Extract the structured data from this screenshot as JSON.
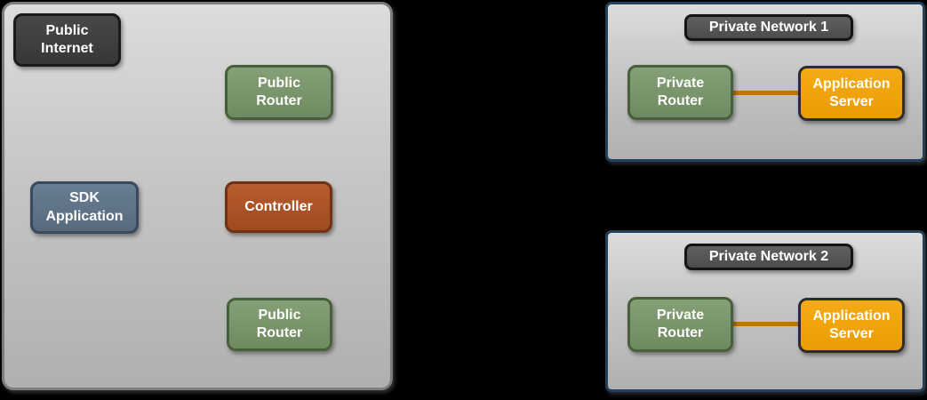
{
  "diagram_title": "network-architecture-diagram",
  "public_zone": {
    "public_internet_label": "Public\nInternet",
    "public_router_top_label": "Public\nRouter",
    "sdk_application_label": "SDK\nApplication",
    "controller_label": "Controller",
    "public_router_bottom_label": "Public\nRouter"
  },
  "private_network_1": {
    "title": "Private Network 1",
    "private_router_label": "Private\nRouter",
    "application_server_label": "Application\nServer"
  },
  "private_network_2": {
    "title": "Private Network 2",
    "private_router_label": "Private\nRouter",
    "application_server_label": "Application\nServer"
  },
  "colors": {
    "background": "#000000",
    "panel_fill_top": "#dcdcdc",
    "panel_fill_bottom": "#b0b0b0",
    "public_panel_border": "#7c7c7c",
    "private_panel_border": "#24405a",
    "dark_node_fill": "#3e3e3e",
    "dark_node_border": "#1a1a1a",
    "network_title_fill": "#565656",
    "network_title_border": "#141414",
    "router_green_fill": "#7b956c",
    "router_green_border": "#47603a",
    "sdk_slate_fill": "#60758a",
    "sdk_slate_border": "#394a5e",
    "controller_rust_fill": "#ae5226",
    "controller_rust_border": "#6e3315",
    "app_server_orange_fill": "#f2a30b",
    "app_server_orange_border": "#2d2d2d",
    "connector_line": "#c27300",
    "node_text": "#ffffff"
  }
}
